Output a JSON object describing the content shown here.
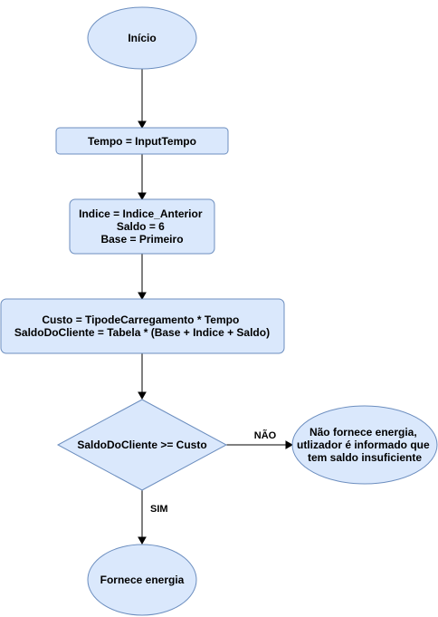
{
  "nodes": {
    "inicio": {
      "lines": [
        "Início"
      ]
    },
    "tempo": {
      "lines": [
        "Tempo = InputTempo"
      ]
    },
    "vars": {
      "lines": [
        "Indice = Indice_Anterior",
        "Saldo = 6",
        "Base = Primeiro"
      ]
    },
    "custo": {
      "lines": [
        "Custo = TipodeCarregamento * Tempo",
        "SaldoDoCliente = Tabela * (Base + Indice + Saldo)"
      ]
    },
    "decisao": {
      "lines": [
        "SaldoDoCliente >= Custo"
      ]
    },
    "nao_fornece": {
      "lines": [
        "Não fornece energia,",
        "utlizador é informado que",
        "tem saldo insuficiente"
      ]
    },
    "fornece": {
      "lines": [
        "Fornece energia"
      ]
    }
  },
  "edges": {
    "nao_label": "NÃO",
    "sim_label": "SIM"
  },
  "colors": {
    "fill": "#dae8fc",
    "stroke": "#6c8ebf",
    "edge": "#000000"
  }
}
